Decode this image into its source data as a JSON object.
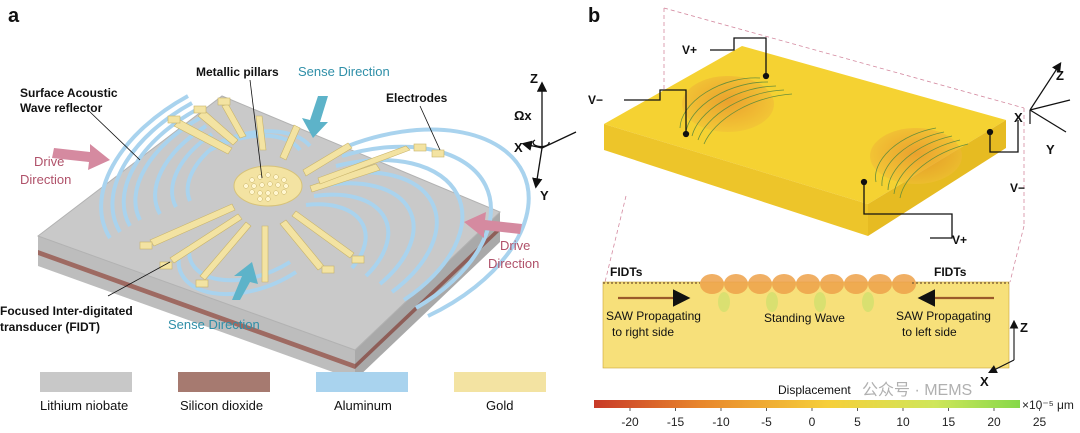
{
  "panel_a": {
    "label": "a",
    "callouts": {
      "saw_reflector_1": "Surface Acoustic",
      "saw_reflector_2": "Wave reflector",
      "metallic_pillars": "Metallic pillars",
      "electrodes": "Electrodes",
      "fidt_1": "Focused Inter-digitated",
      "fidt_2": "transducer (FIDT)"
    },
    "sense_top": "Sense Direction",
    "sense_bottom": "Sense Direction",
    "drive_left_1": "Drive",
    "drive_left_2": "Direction",
    "drive_right_1": "Drive",
    "drive_right_2": "Direction",
    "axes": {
      "z": "Z",
      "x": "X",
      "y": "Y",
      "omega": "Ωx"
    },
    "legend": [
      {
        "label": "Lithium niobate",
        "color": "#c8c8c8"
      },
      {
        "label": "Silicon dioxide",
        "color": "#a67a70"
      },
      {
        "label": "Aluminum",
        "color": "#a9d3ee"
      },
      {
        "label": "Gold",
        "color": "#f3e3a2"
      }
    ]
  },
  "panel_b": {
    "label": "b",
    "voltages": {
      "vplus_top": "V+",
      "vminus_left": "V−",
      "vminus_right": "V−",
      "vplus_bottom": "V+"
    },
    "axes_top": {
      "z": "Z",
      "x": "X",
      "y": "Y"
    },
    "section": {
      "fidts_left": "FIDTs",
      "fidts_right": "FIDTs",
      "saw_right_1": "SAW Propagating",
      "saw_right_2": "to right side",
      "standing": "Standing Wave",
      "saw_left_1": "SAW Propagating",
      "saw_left_2": "to left side",
      "axis_z": "Z",
      "axis_x": "X"
    },
    "colorbar": {
      "title": "Displacement",
      "ticks": [
        "-20",
        "-15",
        "-10",
        "-5",
        "0",
        "5",
        "10",
        "15",
        "20",
        "25"
      ],
      "unit": "×10⁻⁵ μm",
      "colors": [
        "#c83a28",
        "#e8862c",
        "#f6cf3a",
        "#cfe65a",
        "#86d84a"
      ]
    }
  },
  "watermark": "公众号 · MEMS"
}
